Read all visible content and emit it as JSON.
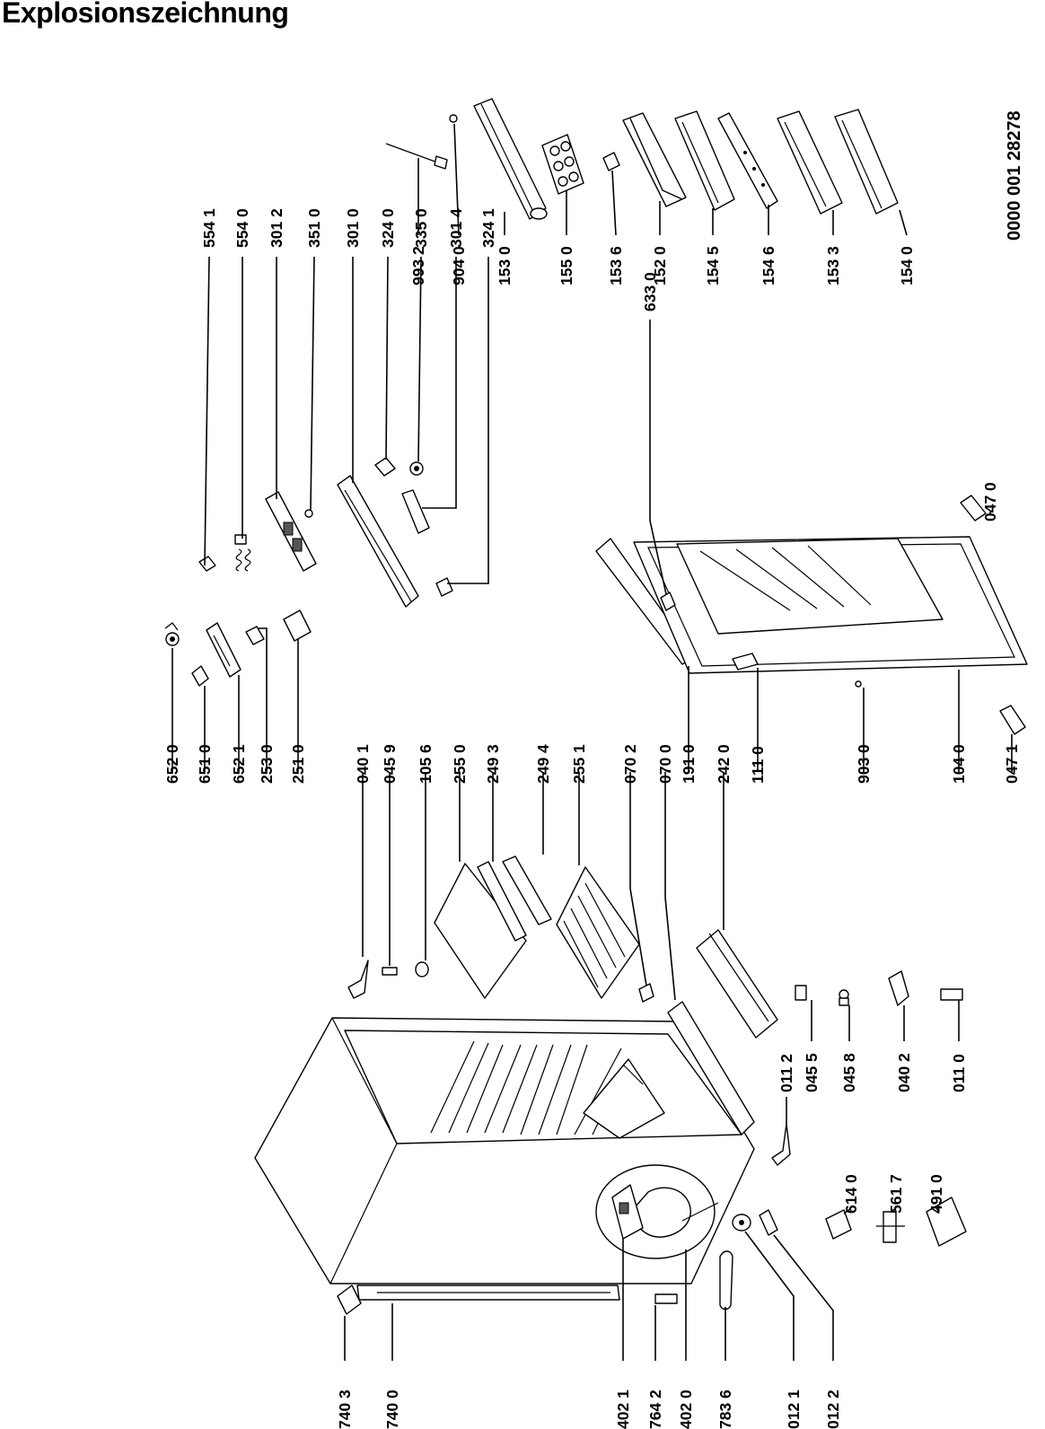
{
  "title": "Explosionszeichnung",
  "doc_number": "0000 001 28278",
  "parts": [
    {
      "id": "p9932",
      "label": "993 2"
    },
    {
      "id": "p9040",
      "label": "904 0"
    },
    {
      "id": "p1530",
      "label": "153 0"
    },
    {
      "id": "p1550",
      "label": "155 0"
    },
    {
      "id": "p1536",
      "label": "153 6"
    },
    {
      "id": "p1520",
      "label": "152 0"
    },
    {
      "id": "p1545",
      "label": "154 5"
    },
    {
      "id": "p1546",
      "label": "154 6"
    },
    {
      "id": "p1533",
      "label": "153 3"
    },
    {
      "id": "p1540",
      "label": "154 0"
    },
    {
      "id": "p5541",
      "label": "554 1"
    },
    {
      "id": "p5540",
      "label": "554 0"
    },
    {
      "id": "p3012",
      "label": "301 2"
    },
    {
      "id": "p3510",
      "label": "351 0"
    },
    {
      "id": "p3010",
      "label": "301 0"
    },
    {
      "id": "p3240",
      "label": "324 0"
    },
    {
      "id": "p3350",
      "label": "335 0"
    },
    {
      "id": "p3014",
      "label": "301 4"
    },
    {
      "id": "p3241",
      "label": "324 1"
    },
    {
      "id": "p6330",
      "label": "633 0"
    },
    {
      "id": "p0470",
      "label": "047 0"
    },
    {
      "id": "p6520",
      "label": "652 0"
    },
    {
      "id": "p6510",
      "label": "651 0"
    },
    {
      "id": "p6521",
      "label": "652 1"
    },
    {
      "id": "p2530",
      "label": "253 0"
    },
    {
      "id": "p2510",
      "label": "251 0"
    },
    {
      "id": "p0401",
      "label": "040 1"
    },
    {
      "id": "p0459",
      "label": "045 9"
    },
    {
      "id": "p1056",
      "label": "105 6"
    },
    {
      "id": "p2550",
      "label": "255 0"
    },
    {
      "id": "p2493",
      "label": "249 3"
    },
    {
      "id": "p2494",
      "label": "249 4"
    },
    {
      "id": "p2551",
      "label": "255 1"
    },
    {
      "id": "p0702",
      "label": "070 2"
    },
    {
      "id": "p0700",
      "label": "070 0"
    },
    {
      "id": "p1910",
      "label": "191 0"
    },
    {
      "id": "p2420",
      "label": "242 0"
    },
    {
      "id": "p1110",
      "label": "111 0"
    },
    {
      "id": "p9030",
      "label": "903 0"
    },
    {
      "id": "p1040",
      "label": "104 0"
    },
    {
      "id": "p0471",
      "label": "047 1"
    },
    {
      "id": "p0112",
      "label": "011 2"
    },
    {
      "id": "p0455",
      "label": "045 5"
    },
    {
      "id": "p0458",
      "label": "045 8"
    },
    {
      "id": "p0402",
      "label": "040 2"
    },
    {
      "id": "p0110",
      "label": "011 0"
    },
    {
      "id": "p6140",
      "label": "614 0"
    },
    {
      "id": "p5617",
      "label": "561 7"
    },
    {
      "id": "p4910",
      "label": "491 0"
    },
    {
      "id": "p7403",
      "label": "740 3"
    },
    {
      "id": "p7400",
      "label": "740 0"
    },
    {
      "id": "p4021",
      "label": "402 1"
    },
    {
      "id": "p7642",
      "label": "764 2"
    },
    {
      "id": "p4020",
      "label": "402 0"
    },
    {
      "id": "p7836",
      "label": "783 6"
    },
    {
      "id": "p0121",
      "label": "012 1"
    },
    {
      "id": "p0122",
      "label": "012 2"
    }
  ]
}
